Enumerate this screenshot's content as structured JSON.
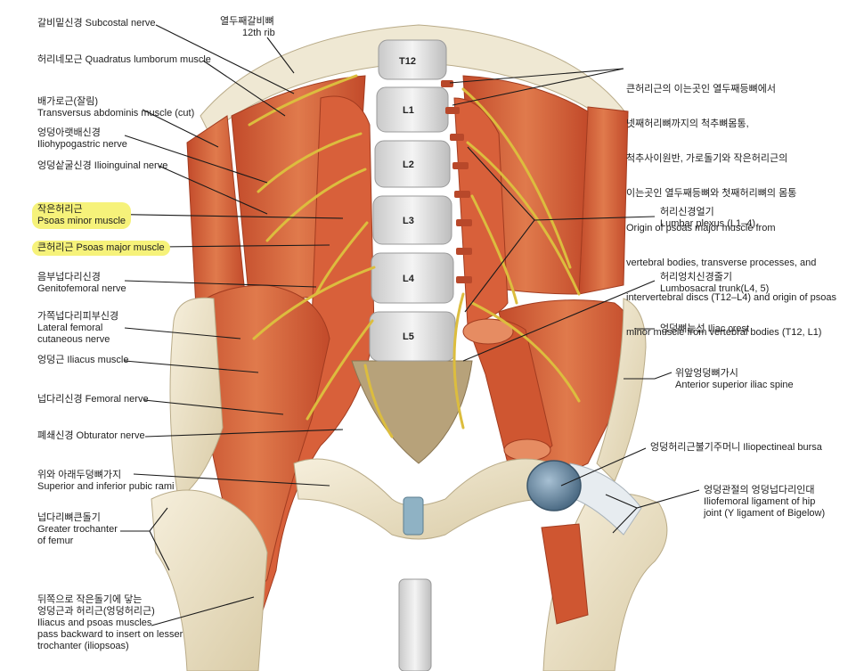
{
  "labels": {
    "subcostal": "갈비밑신경 Subcostal nerve",
    "rib12_ko": "열두째갈비뼈",
    "rib12_en": "12th rib",
    "quadratus": "허리네모근 Quadratus lumborum muscle",
    "transversus_ko": "배가로근(잘림)",
    "transversus_en": "Transversus abdominis muscle (cut)",
    "iliohypo_ko": "엉덩아랫배신경",
    "iliohypo_en": "Iliohypogastric nerve",
    "ilioinguinal": "엉덩샅굴신경 Ilioinguinal nerve",
    "psoas_minor_ko": "작은허리근",
    "psoas_minor_en": "Psoas minor muscle",
    "psoas_major": "큰허리근 Psoas major muscle",
    "genitofemoral_ko": "음부넙다리신경",
    "genitofemoral_en": "Genitofemoral nerve",
    "lat_fem_1": "가쪽넙다리피부신경",
    "lat_fem_2": "Lateral femoral",
    "lat_fem_3": "cutaneous nerve",
    "iliacus": "엉덩근 Iliacus muscle",
    "femoral": "넙다리신경 Femoral nerve",
    "obturator": "폐쇄신경 Obturator nerve",
    "rami_ko": "위와 아래두덩뼈가지",
    "rami_en": "Superior and inferior pubic rami",
    "trochanter_1": "넙다리뼈큰돌기",
    "trochanter_2": "Greater trochanter",
    "trochanter_3": "of femur",
    "iliopsoas_1": "뒤쪽으로 작은돌기에 닿는",
    "iliopsoas_2": "엉덩근과 허리근(엉덩허리근)",
    "iliopsoas_3": "Iliacus and psoas muscles",
    "iliopsoas_4": "pass backward to insert on lesser",
    "iliopsoas_5": "trochanter (iliopsoas)",
    "origin_1": "큰허리근의 이는곳인 열두째등뼈에서",
    "origin_2": "넷째허리뼈까지의 척추뼈몸통,",
    "origin_3": "척추사이원반, 가로돌기와 작은허리근의",
    "origin_4": "이는곳인 열두째등뼈와 첫째허리뼈의 몸통",
    "origin_5": "Origin of psoas major muscle from",
    "origin_6": "vertebral bodies, transverse processes, and",
    "origin_7": "intervertebral discs (T12–L4) and origin of psoas",
    "origin_8": "minor muscle from vertebral bodies (T12, L1)",
    "lumbar_plexus_ko": "허리신경얼기",
    "lumbar_plexus_en": "Lumbar plexus (L1–4)",
    "lumbosacral_ko": "허리엉치신경줄기",
    "lumbosacral_en": "Lumbosacral trunk(L4, 5)",
    "iliac_crest": "엉덩뼈능선 Iliac crest",
    "asis_ko": "위앞엉덩뼈가시",
    "asis_en": "Anterior superior iliac spine",
    "bursa": "엉덩허리근불기주머니 Iliopectineal bursa",
    "hip_lig_1": "엉덩관절의 엉덩넙다리인대",
    "hip_lig_2": "Iliofemoral ligament of hip",
    "hip_lig_3": "joint (Y ligament of Bigelow)"
  },
  "vertebrae": [
    "T12",
    "L1",
    "L2",
    "L3",
    "L4",
    "L5"
  ],
  "highlighted_labels": [
    "psoas_minor",
    "psoas_major"
  ],
  "colors": {
    "muscle": "#d9653a",
    "muscle_dark": "#b8482a",
    "bone": "#efe6cf",
    "bone_shadow": "#cdbf9c",
    "nerve": "#e0c24a",
    "tendon": "#e9eef4",
    "bursa": "#6f8fa8",
    "highlight": "#f6f27a",
    "leader": "#1a1a1a"
  }
}
